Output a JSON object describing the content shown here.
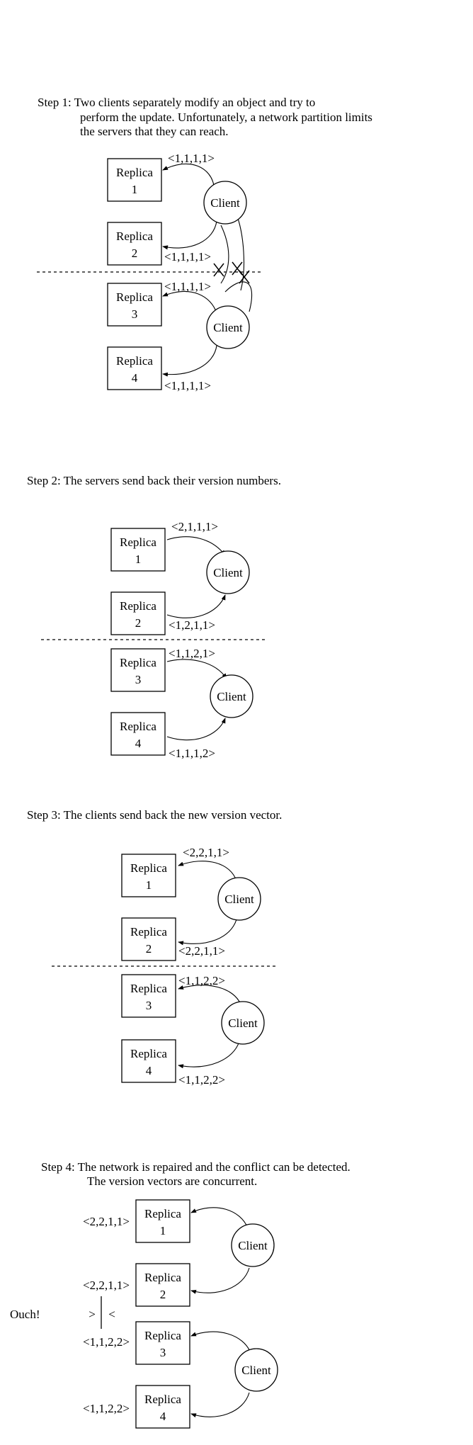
{
  "step1": {
    "caption": [
      "Step 1: Two clients separately modify an object and try to",
      "perform the update. Unfortunately, a network partition limits",
      "the servers that they can reach."
    ],
    "replicas": [
      {
        "name": "Replica",
        "num": "1"
      },
      {
        "name": "Replica",
        "num": "2"
      },
      {
        "name": "Replica",
        "num": "3"
      },
      {
        "name": "Replica",
        "num": "4"
      }
    ],
    "clients": [
      "Client",
      "Client"
    ],
    "vectors": [
      "<1,1,1,1>",
      "<1,1,1,1>",
      "<1,1,1,1>",
      "<1,1,1,1>"
    ]
  },
  "step2": {
    "caption": [
      "Step 2: The servers send back their version numbers."
    ],
    "replicas": [
      {
        "name": "Replica",
        "num": "1"
      },
      {
        "name": "Replica",
        "num": "2"
      },
      {
        "name": "Replica",
        "num": "3"
      },
      {
        "name": "Replica",
        "num": "4"
      }
    ],
    "clients": [
      "Client",
      "Client"
    ],
    "vectors": [
      "<2,1,1,1>",
      "<1,2,1,1>",
      "<1,1,2,1>",
      "<1,1,1,2>"
    ]
  },
  "step3": {
    "caption": [
      "Step 3: The clients send back the new version vector."
    ],
    "replicas": [
      {
        "name": "Replica",
        "num": "1"
      },
      {
        "name": "Replica",
        "num": "2"
      },
      {
        "name": "Replica",
        "num": "3"
      },
      {
        "name": "Replica",
        "num": "4"
      }
    ],
    "clients": [
      "Client",
      "Client"
    ],
    "vectors": [
      "<2,2,1,1>",
      "<2,2,1,1>",
      "<1,1,2,2>",
      "<1,1,2,2>"
    ]
  },
  "step4": {
    "caption": [
      "Step 4: The network is repaired and the conflict can be detected.",
      "The version vectors are concurrent."
    ],
    "replicas": [
      {
        "name": "Replica",
        "num": "1"
      },
      {
        "name": "Replica",
        "num": "2"
      },
      {
        "name": "Replica",
        "num": "3"
      },
      {
        "name": "Replica",
        "num": "4"
      }
    ],
    "clients": [
      "Client",
      "Client"
    ],
    "vectors": [
      "<2,2,1,1>",
      "<2,2,1,1>",
      "<1,1,2,2>",
      "<1,1,2,2>"
    ],
    "ouch": "Ouch!",
    "gt": ">",
    "lt": "<"
  }
}
